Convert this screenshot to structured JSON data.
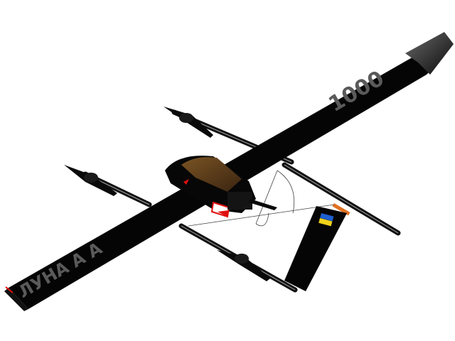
{
  "scene": {
    "subject": "VTOL fixed-wing drone 3D render",
    "background": "#ffffff"
  },
  "aircraft": {
    "right_wing_marking": "1000",
    "left_wing_marking": "ЛУНА А А",
    "tail_flag": {
      "top_color": "#1e5fd0",
      "bottom_color": "#f2d21b"
    },
    "colors": {
      "body": "#050505",
      "canopy": "#5a3a18",
      "marking_text": "#5a5a5a",
      "accent_red": "#e01010",
      "accent_orange": "#e07020",
      "winglet_highlight": "#555555"
    }
  }
}
